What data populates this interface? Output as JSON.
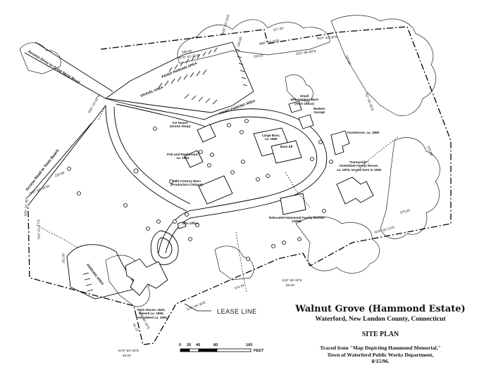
{
  "title": "Walnut Grove (Hammond Estate)",
  "subtitle": "Waterford, New London County, Connecticut",
  "plan_heading": "SITE PLAN",
  "source_note": [
    "Traced from \"Map Depicting Hammond Memorial,\"",
    "Town of Waterford Public Works Department,",
    "8/15/96."
  ],
  "lease_line": "LEASE LINE",
  "scale": {
    "ticks": [
      "0",
      "20",
      "40",
      "80",
      "160"
    ],
    "unit": "FEET"
  },
  "roads": {
    "great_neck": "Access Drive to Great Neck Road",
    "town_beach": "Access Road to Town Beach"
  },
  "areas": {
    "gravel": "GRAVEL AREA",
    "paved_top": "PAVED PARKING AREA",
    "paved_mid": "PAVED PARKING AREA",
    "parking": "PARKING AREA"
  },
  "buildings": {
    "ice_house": [
      "Ice House",
      "(Scene Shop)"
    ],
    "pub": [
      "Pub and Restaurant,",
      "ca. 1994"
    ],
    "barn_19c": [
      "19th-Century Barn",
      "(Production Cottage)"
    ],
    "box_office": [
      "Box Office"
    ],
    "large_barn": [
      "Large Barn,",
      "ca. 1866"
    ],
    "barn_ell": [
      "Barn Ell"
    ],
    "small_barn": [
      "Small",
      "19th-Century Barn",
      "(Tech Office)"
    ],
    "garage": [
      "Modern",
      "Garage"
    ],
    "farmhouse": [
      "Farmhouse, ca. 1865"
    ],
    "sunnyside": [
      "\"Sunnyside\",",
      "Immediate Family House,",
      "ca. 1875, moved here in 1965"
    ],
    "burials": [
      "Relocated Hammond Family Burials",
      "(1996)"
    ],
    "main_house": [
      "Main House, 1822,",
      "Raised ca. 1865,",
      "Remodeled ca. 1905"
    ]
  },
  "dimensions": {
    "d1": "N70°-53'-25\"E",
    "d2": "266.00'",
    "d3": "N16°-10'-20\"E",
    "d4": "140.00'",
    "d5": "N85°-55'-20\"E",
    "d6": "217.00'",
    "d7": "N14°-12'-00\"E",
    "d8": "116.00'",
    "d9": "N1°-45'-35\"E",
    "d10": "223.80'",
    "d11": "N70°-33'-10\"E",
    "d12": "375.00'",
    "d13": "S19°-38'-30\"E",
    "d14": "83.00'",
    "d15": "S70°-33'-30\"E",
    "d16": "379.18'",
    "d17": "S19°-01'-17\"E",
    "d18": "281.00'",
    "d19": "S24°-45'-25\"E",
    "d20": "81.12'",
    "d21": "N73°-58'-45\"E",
    "d22": "45.00'",
    "d23": "S20°-31'-30\"E",
    "d24": "S70°-53'-30\"W",
    "d25": "226.00'",
    "d26": "S66°-13'-40\"W",
    "d27": "S23°-46'-00\"E",
    "d28": "116.02'"
  }
}
